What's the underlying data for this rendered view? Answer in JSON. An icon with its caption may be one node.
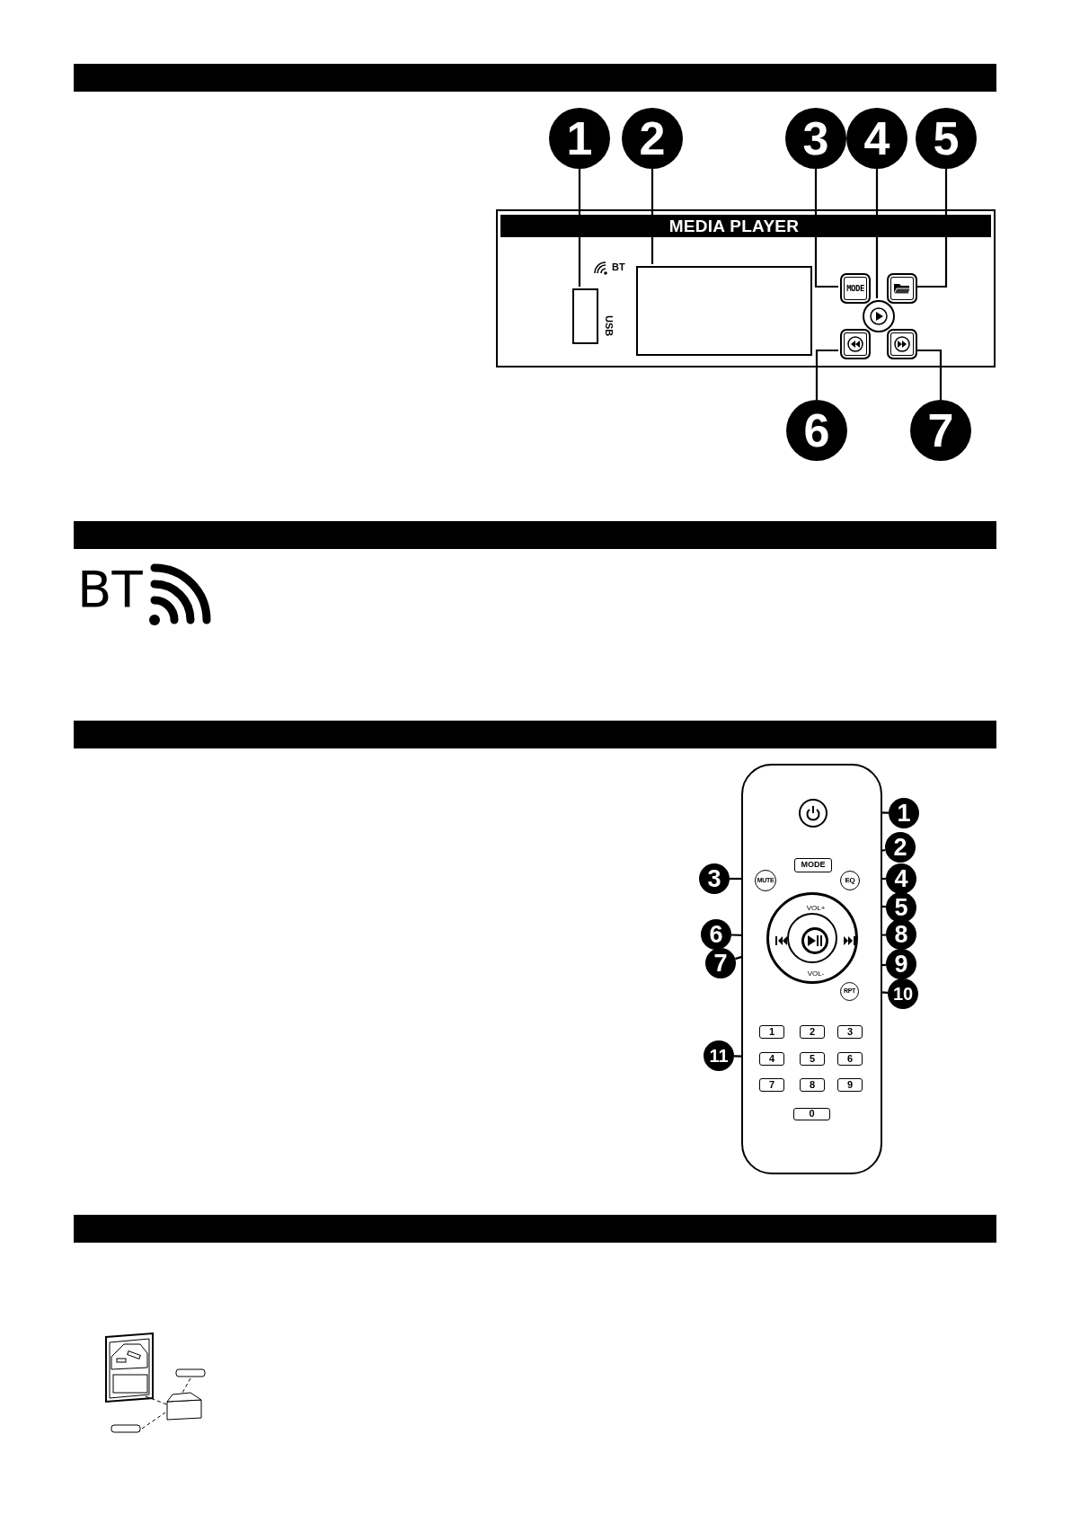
{
  "diagram": {
    "nodes": [
      {
        "text": [
          "1"
        ]
      },
      {
        "text": [
          "2"
        ]
      },
      {
        "text": [
          "3"
        ]
      },
      {
        "text": [
          "4"
        ]
      },
      {
        "text": [
          "5"
        ]
      },
      {
        "text": [
          "MEDIA PLAYER"
        ]
      },
      {
        "text": [],
        "shape": "box",
        "in": 5,
        "beside": [
          "USB"
        ]
      },
      {
        "text": [],
        "shape": "box",
        "in": 5
      },
      {
        "text": [
          "MODE"
        ],
        "in": 5
      },
      {
        "text": [],
        "shape": "box",
        "in": 5
      },
      {
        "text": [],
        "shape": "circle",
        "in": 5
      },
      {
        "text": [],
        "shape": "box",
        "in": 5
      },
      {
        "text": [],
        "shape": "box",
        "in": 5
      },
      {
        "text": [
          "6"
        ]
      },
      {
        "text": [
          "7"
        ]
      },
      {
        "text": [],
        "shape": "box"
      },
      {
        "text": [],
        "shape": "circle",
        "in": 15
      },
      {
        "text": [
          "1"
        ]
      },
      {
        "text": [
          "MODE"
        ],
        "in": 15
      },
      {
        "text": [
          "2"
        ]
      },
      {
        "text": [
          "3"
        ]
      },
      {
        "text": [
          "MUTE"
        ],
        "in": 15
      },
      {
        "text": [
          "EQ"
        ],
        "in": 15
      },
      {
        "text": [
          "4"
        ]
      },
      {
        "text": [],
        "shape": "circle",
        "in": 15
      },
      {
        "text": [
          "VOL+"
        ],
        "in": 24
      },
      {
        "text": [
          "5"
        ]
      },
      {
        "text": [
          "6"
        ]
      },
      {
        "text": [],
        "shape": "triangle",
        "in": 24
      },
      {
        "text": [],
        "shape": "circle",
        "in": 24
      },
      {
        "text": [],
        "shape": "triangle",
        "in": 24
      },
      {
        "text": [
          "8"
        ]
      },
      {
        "text": [
          "7"
        ]
      },
      {
        "text": [
          "VOL-"
        ],
        "in": 24
      },
      {
        "text": [
          "9"
        ]
      },
      {
        "text": [
          "RPT"
        ],
        "in": 15
      },
      {
        "text": [
          "10"
        ]
      },
      {
        "text": [
          "11"
        ]
      },
      {
        "text": [
          "1"
        ],
        "in": 15
      },
      {
        "text": [
          "2"
        ],
        "in": 15
      },
      {
        "text": [
          "3"
        ],
        "in": 15
      },
      {
        "text": [
          "4"
        ],
        "in": 15
      },
      {
        "text": [
          "5"
        ],
        "in": 15
      },
      {
        "text": [
          "6"
        ],
        "in": 15
      },
      {
        "text": [
          "7"
        ],
        "in": 15
      },
      {
        "text": [
          "8"
        ],
        "in": 15
      },
      {
        "text": [
          "9"
        ],
        "in": 15
      },
      {
        "text": [
          "0"
        ],
        "in": 15
      }
    ],
    "edges": [
      {
        "from": 0,
        "to": 6,
        "arrow": "none"
      },
      {
        "from": 1,
        "to": 7,
        "arrow": "none"
      },
      {
        "from": 2,
        "to": 8,
        "arrow": "none"
      },
      {
        "from": 3,
        "to": 10,
        "arrow": "none"
      },
      {
        "from": 4,
        "to": 9,
        "arrow": "none"
      },
      {
        "from": 13,
        "to": 11,
        "arrow": "none"
      },
      {
        "from": 14,
        "to": 12,
        "arrow": "none"
      },
      {
        "from": 17,
        "to": 16,
        "arrow": "none"
      },
      {
        "from": 19,
        "to": 18,
        "arrow": "none"
      },
      {
        "from": 20,
        "to": 21,
        "arrow": "none"
      },
      {
        "from": 23,
        "to": 22,
        "arrow": "none"
      },
      {
        "from": 26,
        "to": 25,
        "arrow": "none"
      },
      {
        "from": 27,
        "to": 28,
        "arrow": "none"
      },
      {
        "from": 32,
        "to": 29,
        "arrow": "none"
      },
      {
        "from": 31,
        "to": 30,
        "arrow": "none"
      },
      {
        "from": 34,
        "to": 33,
        "arrow": "none"
      },
      {
        "from": 36,
        "to": 35,
        "arrow": "none"
      },
      {
        "from": 37,
        "to": 41,
        "arrow": "none"
      }
    ],
    "labels": [
      "BT",
      "BT"
    ]
  }
}
